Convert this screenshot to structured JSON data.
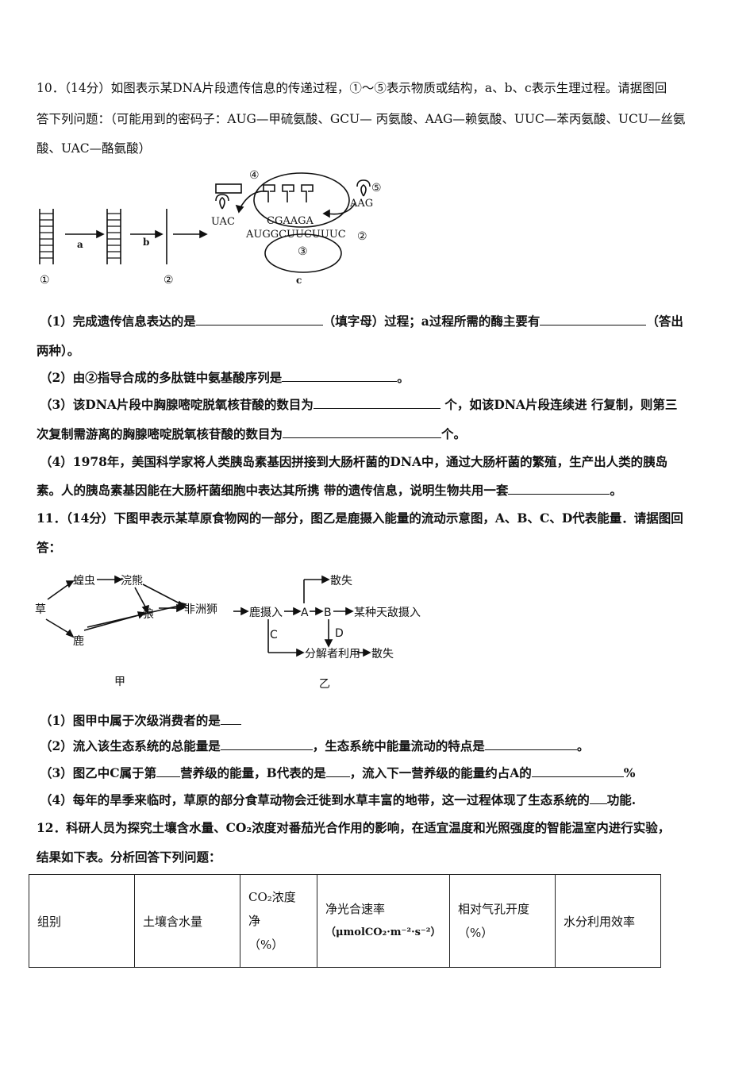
{
  "q10": {
    "line1": "10．（14分）如图表示某DNA片段遗传信息的传递过程，①～⑤表示物质或结构，a、b、c表示生理过程。请据图回",
    "line2": "答下列问题：（可能用到的密码子：AUG—甲硫氨酸、GCU— 丙氨酸、AAG—赖氨酸、UUC—苯丙氨酸、UCU—丝氨",
    "line3": "酸、UAC—酪氨酸）",
    "figure": {
      "label_1": "①",
      "label_2": "②",
      "label_a": "a",
      "label_b": "b",
      "label_c": "c",
      "label_4": "④",
      "label_5": "⑤",
      "label_3": "③",
      "label_2b": "②",
      "trna_left": "UAC",
      "trna_right": "AAG",
      "anticodons": "CGAAGA",
      "mrna": "AUGGCUUCUUUC"
    },
    "sub1_a": "（1）完成遗传信息表达的是",
    "sub1_b": "（填字母）过程；a过程所需的酶主要有",
    "sub1_c": "（答出",
    "sub1_d": "两种）。",
    "sub2_a": "（2）由②指导合成的多肽链中氨基酸序列是",
    "sub2_b": "。",
    "sub3_a": "（3）该DNA片段中胸腺嘧啶脱氧核苷酸的数目为",
    "sub3_b": " 个，如该DNA片段连续进 行复制，则第三",
    "sub3_c": "次复制需游离的胸腺嘧啶脱氧核苷酸的数目为",
    "sub3_d": "个。",
    "sub4_a": "（4）1978年，美国科学家将人类胰岛素基因拼接到大肠杆菌的DNA中，通过大肠杆菌的繁殖，生产出人类的胰岛",
    "sub4_b": "素。人的胰岛素基因能在大肠杆菌细胞中表达其所携 带的遗传信息，说明生物共用一套",
    "sub4_c": "。"
  },
  "q11": {
    "line1": "11．（14分）下图甲表示某草原食物网的一部分，图乙是鹿摄入能量的流动示意图，A、B、C、D代表能量．请据图回",
    "line2": "答：",
    "figure_jia": {
      "grass": "草",
      "locust": "蝗虫",
      "deer": "鹿",
      "bear": "浣熊",
      "wolf": "狼",
      "lion": "非洲狮",
      "caption": "甲"
    },
    "figure_yi": {
      "intake": "鹿摄入",
      "A": "A",
      "B": "B",
      "enemy": "某种天敌摄入",
      "lost_top": "散失",
      "C": "C",
      "D": "D",
      "decomposer": "分解者利用",
      "lost_bottom": "散失",
      "caption": "乙"
    },
    "sub1": "（1）图甲中属于次级消费者的是",
    "sub2_a": "（2）流入该生态系统的总能量是",
    "sub2_b": "，生态系统中能量流动的特点是",
    "sub2_c": "。",
    "sub3_a": "（3）图乙中C属于第",
    "sub3_b": "营养级的能量，B代表的是",
    "sub3_c": "，流入下一营养级的能量约占A的",
    "sub3_d": "%",
    "sub4_a": "（4）每年的旱季来临时，草原的部分食草动物会迁徙到水草丰富的地带，这一过程体现了生态系统的",
    "sub4_b": "功能."
  },
  "q12": {
    "line1": "12．科研人员为探究土壤含水量、CO₂浓度对番茄光合作用的影响，在适宜温度和光照强度的智能温室内进行实验，",
    "line2": "结果如下表。分析回答下列问题：",
    "table_headers": {
      "col1": "组别",
      "col2": "土壤含水量",
      "col3_a": "CO₂浓度",
      "col3_b": "净",
      "col3_c": "（%）",
      "col4_a": "净光合速率",
      "col4_b": "（μmolCO₂·m⁻²·s⁻²）",
      "col5_a": "相对气孔开度",
      "col5_b": "（%）",
      "col6": "水分利用效率"
    }
  }
}
